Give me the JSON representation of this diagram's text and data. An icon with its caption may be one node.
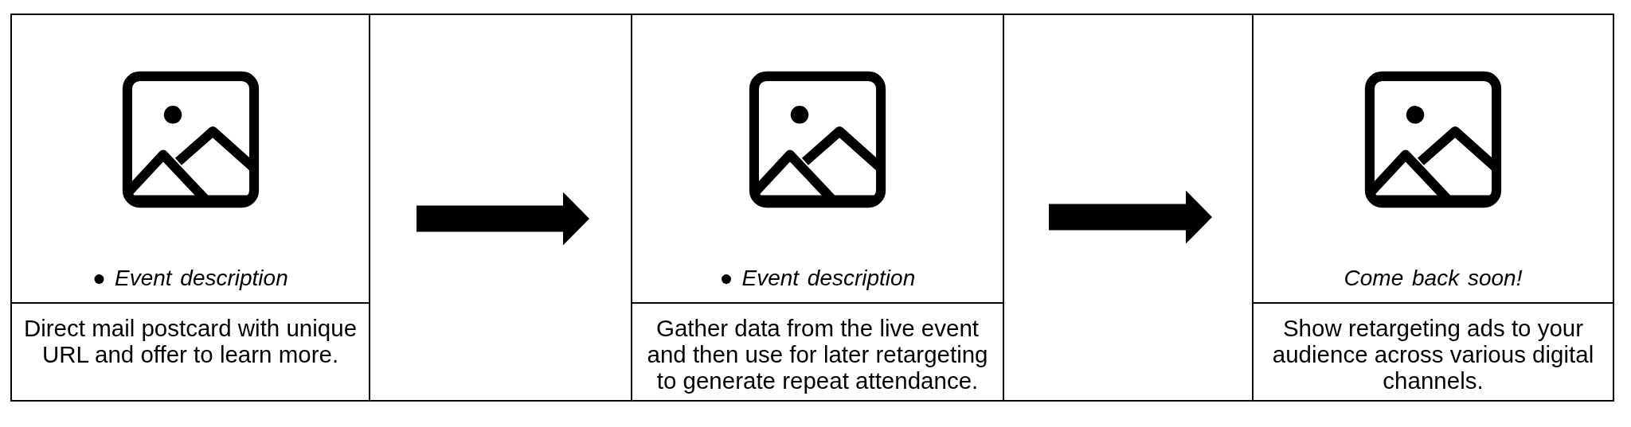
{
  "diagram": {
    "nodes": [
      {
        "text": [
          "● Event description",
          "Direct mail postcard with unique URL and offer to learn more."
        ]
      },
      {
        "text": [],
        "shape": "picture",
        "in": 0
      },
      {
        "text": [
          "● Event description",
          "Gather data from the live event and then use for later retargeting to generate repeat attendance."
        ]
      },
      {
        "text": [],
        "shape": "picture",
        "in": 2
      },
      {
        "text": [
          "Come back soon!",
          "Show retargeting ads to your audience across various digital channels."
        ]
      },
      {
        "text": [],
        "shape": "picture",
        "in": 4
      }
    ],
    "edges": [
      {
        "from": 0,
        "to": 2,
        "arrow": "to"
      },
      {
        "from": 2,
        "to": 4,
        "arrow": "to"
      }
    ]
  }
}
